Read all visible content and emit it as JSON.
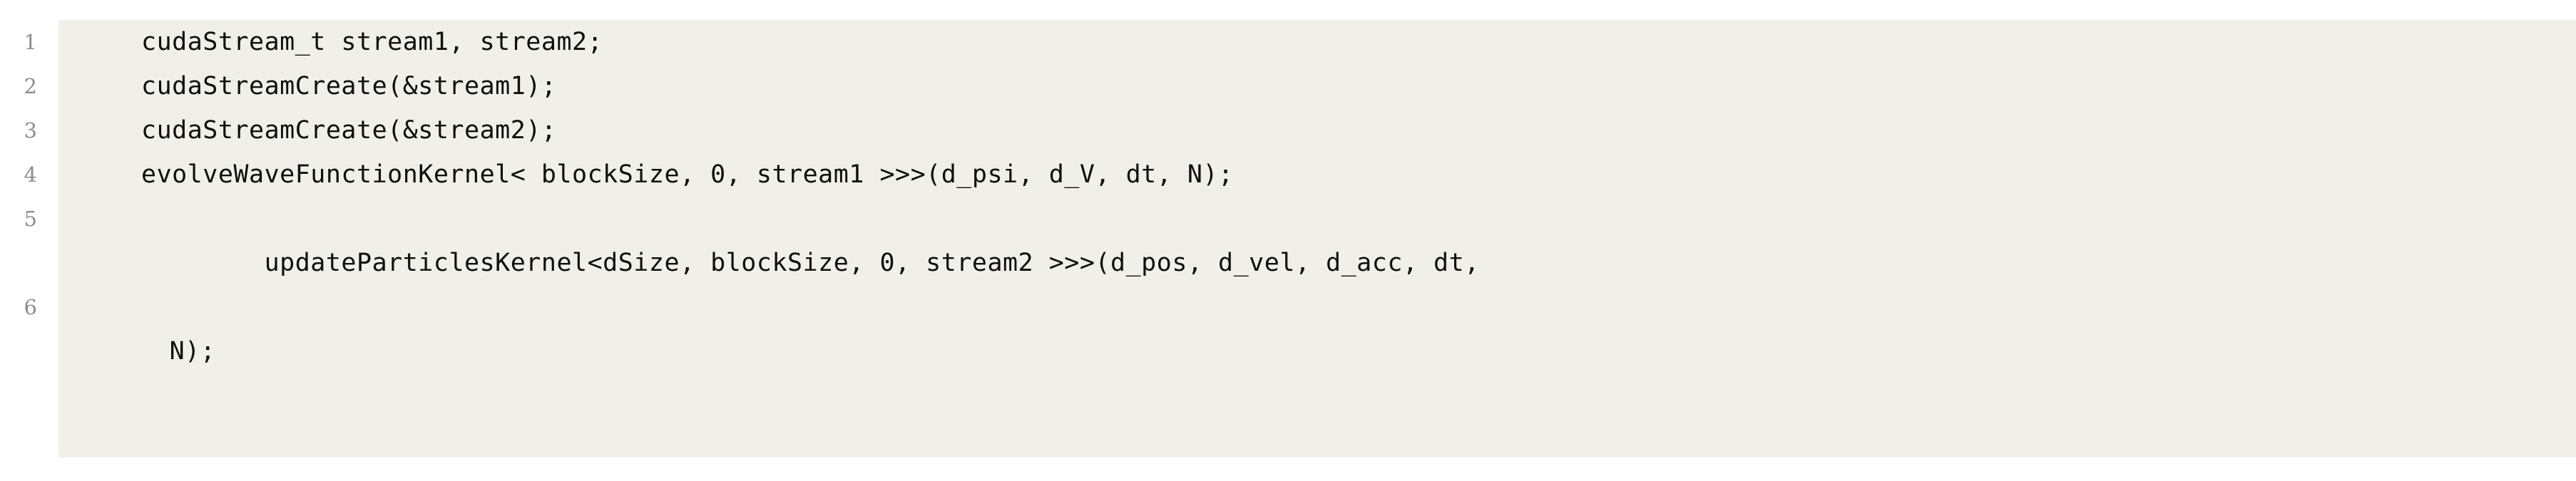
{
  "listing": {
    "language": "CUDA C++",
    "background_color": "#f1f0e8",
    "page_background": "#ffffff",
    "lineno_color": "#8d8d8d",
    "code_color": "#100f0c",
    "lines": [
      {
        "number": "1",
        "code": "cudaStream_t stream1, stream2;",
        "wrapped": false,
        "continuation": ""
      },
      {
        "number": "2",
        "code": "cudaStreamCreate(&stream1);",
        "wrapped": false,
        "continuation": ""
      },
      {
        "number": "3",
        "code": "cudaStreamCreate(&stream2);",
        "wrapped": false,
        "continuation": ""
      },
      {
        "number": "4",
        "code": "evolveWaveFunctionKernel< blockSize, 0, stream1 >>>(d_psi, d_V, dt, N);",
        "wrapped": false,
        "continuation": ""
      },
      {
        "number": "5",
        "code": "updateParticlesKernel<dSize, blockSize, 0, stream2 >>>(d_pos, d_vel, d_acc, dt,",
        "wrapped": true,
        "continuation": " N);"
      },
      {
        "number": "6",
        "code": "",
        "wrapped": false,
        "continuation": ""
      }
    ]
  }
}
